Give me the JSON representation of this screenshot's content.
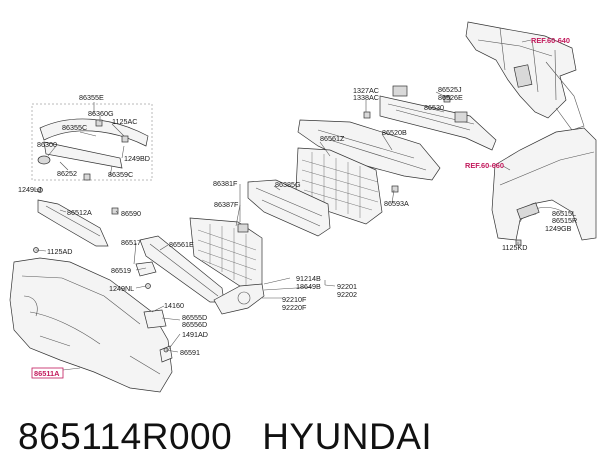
{
  "caption": {
    "part_number": "865114R000",
    "brand": "HYUNDAI"
  },
  "labels": {
    "l86355E": "86355E",
    "l86360G": "86360G",
    "l86355C": "86355C",
    "l1125AC": "1125AC",
    "l86300": "86300",
    "l1249BD": "1249BD",
    "l86252": "86252",
    "l86359C": "86359C",
    "l1249LJ": "1249LJ",
    "l86512A": "86512A",
    "l86590": "86590",
    "l1125AD": "1125AD",
    "l86381F": "86381F",
    "l86387F": "86387F",
    "l86385G": "86385G",
    "l86561E": "86561E",
    "l86517": "86517",
    "l86519": "86519",
    "l1249NL": "1249NL",
    "l14160": "14160",
    "l86555D": "86555D",
    "l86556D": "86556D",
    "l1491AD": "1491AD",
    "l86591": "86591",
    "l86511A": "86511A",
    "l91214B": "91214B",
    "l18649B": "18649B",
    "l92201": "92201",
    "l92202": "92202",
    "l92210F": "92210F",
    "l92220F": "92220F",
    "l86561Z": "86561Z",
    "l86520B": "86520B",
    "l86593A": "86593A",
    "l1327AC": "1327AC",
    "l1338AC": "1338AC",
    "l86525J": "86525J",
    "l86526E": "86526E",
    "l86530": "86530",
    "lref640": "REF.60-640",
    "lref660": "REF.60-660",
    "l86515L": "86515L",
    "l86515R": "86515R",
    "l1249GB": "1249GB",
    "l1125KD": "1125KD"
  },
  "highlight_color": "#c2185b"
}
